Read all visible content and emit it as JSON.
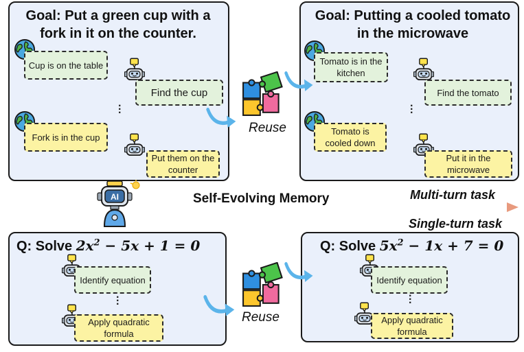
{
  "top_left": {
    "goal": "Goal: Put a green cup with a fork in it on the counter.",
    "env1": "Cup is on the table",
    "act1": "Find the cup",
    "env2": "Fork is in the cup",
    "act2": "Put them on the counter"
  },
  "top_right": {
    "goal": "Goal: Putting a cooled tomato in the microwave",
    "env1": "Tomato is in the kitchen",
    "act1": "Find the tomato",
    "env2": "Tomato is cooled down",
    "act2": "Put it in the microwave"
  },
  "bottom_left": {
    "q_prefix": "Q: Solve",
    "act1": "Identify equation",
    "act2": "Apply quadratic formula"
  },
  "bottom_right": {
    "q_prefix": "Q: Solve",
    "act1": "Identify equation",
    "act2": "Apply quadratic formula"
  },
  "reuse_label": "Reuse",
  "memory_label": "Self-Evolving Memory",
  "multi_turn_label": "Multi-turn task",
  "single_turn_label": "Single-turn task",
  "ai_badge": "AI",
  "icons": {
    "environment": "globe-icon",
    "agent": "robot-icon",
    "reuse": "puzzle-icon",
    "memory": "ai-robot-icon"
  },
  "colors": {
    "panel_bg": "#eaf0fb",
    "env_box": "#e3f2dc",
    "action_box": "#fcf3a3",
    "reuse_arrow": "#5bb4ea"
  }
}
